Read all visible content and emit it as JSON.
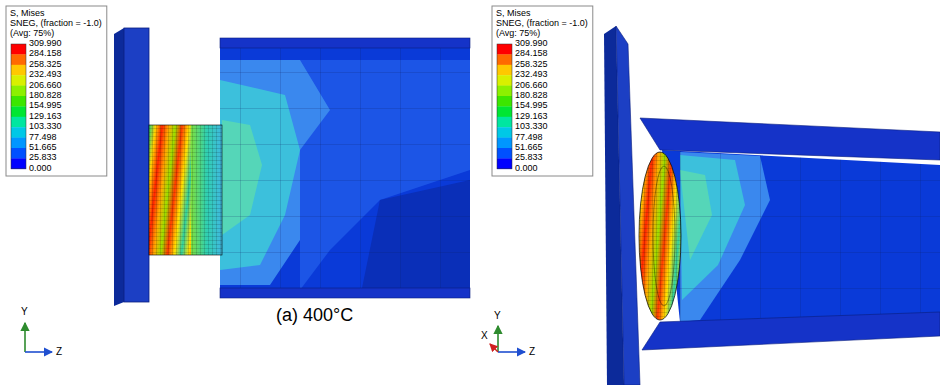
{
  "diagram": {
    "labels": [
      "S, Mises",
      "SNEG, (fraction = -1.0)",
      "(Avg: 75%)",
      "309.990",
      "284.158",
      "258.325",
      "232.493",
      "206.660",
      "180.828",
      "154.995",
      "129.163",
      "103.330",
      "77.498",
      "51.665",
      "25.833",
      "0.000",
      "S, Mises",
      "SNEG, (fraction = -1.0)",
      "(Avg: 75%)",
      "309.990",
      "284.158",
      "258.325",
      "232.493",
      "206.660",
      "180.828",
      "154.995",
      "129.163",
      "103.330",
      "77.498",
      "51.665",
      "25.833",
      "0.000",
      "(a) 400°C",
      "Y",
      "Z",
      "X",
      "Y",
      "Z"
    ]
  }
}
